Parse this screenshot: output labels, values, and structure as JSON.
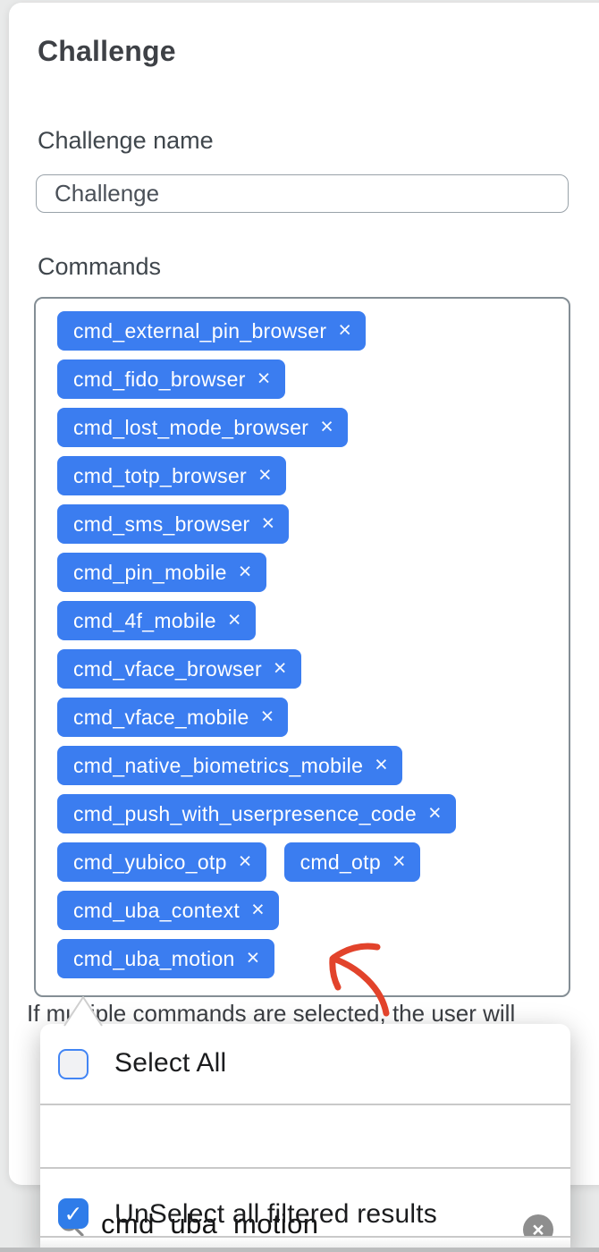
{
  "card": {
    "title": "Challenge"
  },
  "form": {
    "name_field": {
      "label": "Challenge name",
      "value": "Challenge"
    },
    "commands_field": {
      "label": "Commands",
      "remove_icon": "×",
      "rows": [
        [
          "cmd_external_pin_browser"
        ],
        [
          "cmd_fido_browser"
        ],
        [
          "cmd_lost_mode_browser"
        ],
        [
          "cmd_totp_browser"
        ],
        [
          "cmd_sms_browser"
        ],
        [
          "cmd_pin_mobile"
        ],
        [
          "cmd_4f_mobile"
        ],
        [
          "cmd_vface_browser"
        ],
        [
          "cmd_vface_mobile"
        ],
        [
          "cmd_native_biometrics_mobile"
        ],
        [
          "cmd_push_with_userpresence_code"
        ],
        [
          "cmd_yubico_otp",
          "cmd_otp"
        ],
        [
          "cmd_uba_context"
        ],
        [
          "cmd_uba_motion"
        ]
      ]
    },
    "help_text": "If multiple commands are selected, the user will"
  },
  "dropdown": {
    "select_all": {
      "label": "Select All",
      "checked": false
    },
    "search": {
      "value": "cmd_uba_motion",
      "clear_icon": "×"
    },
    "unselect_filtered": {
      "label": "UnSelect all filtered results",
      "checked": true
    },
    "check_icon": "✓"
  },
  "annotation": {
    "type": "hand-drawn-arrow",
    "points_to": "cmd_uba_motion"
  },
  "colors": {
    "tag_blue": "#3b7df0",
    "checkbox_checked_blue": "#2f7ce9",
    "checkbox_border_blue": "#4285f4",
    "arrow_red": "#e2432b",
    "spellcheck_red": "#ec6b57",
    "page_background": "#e9eaea"
  }
}
